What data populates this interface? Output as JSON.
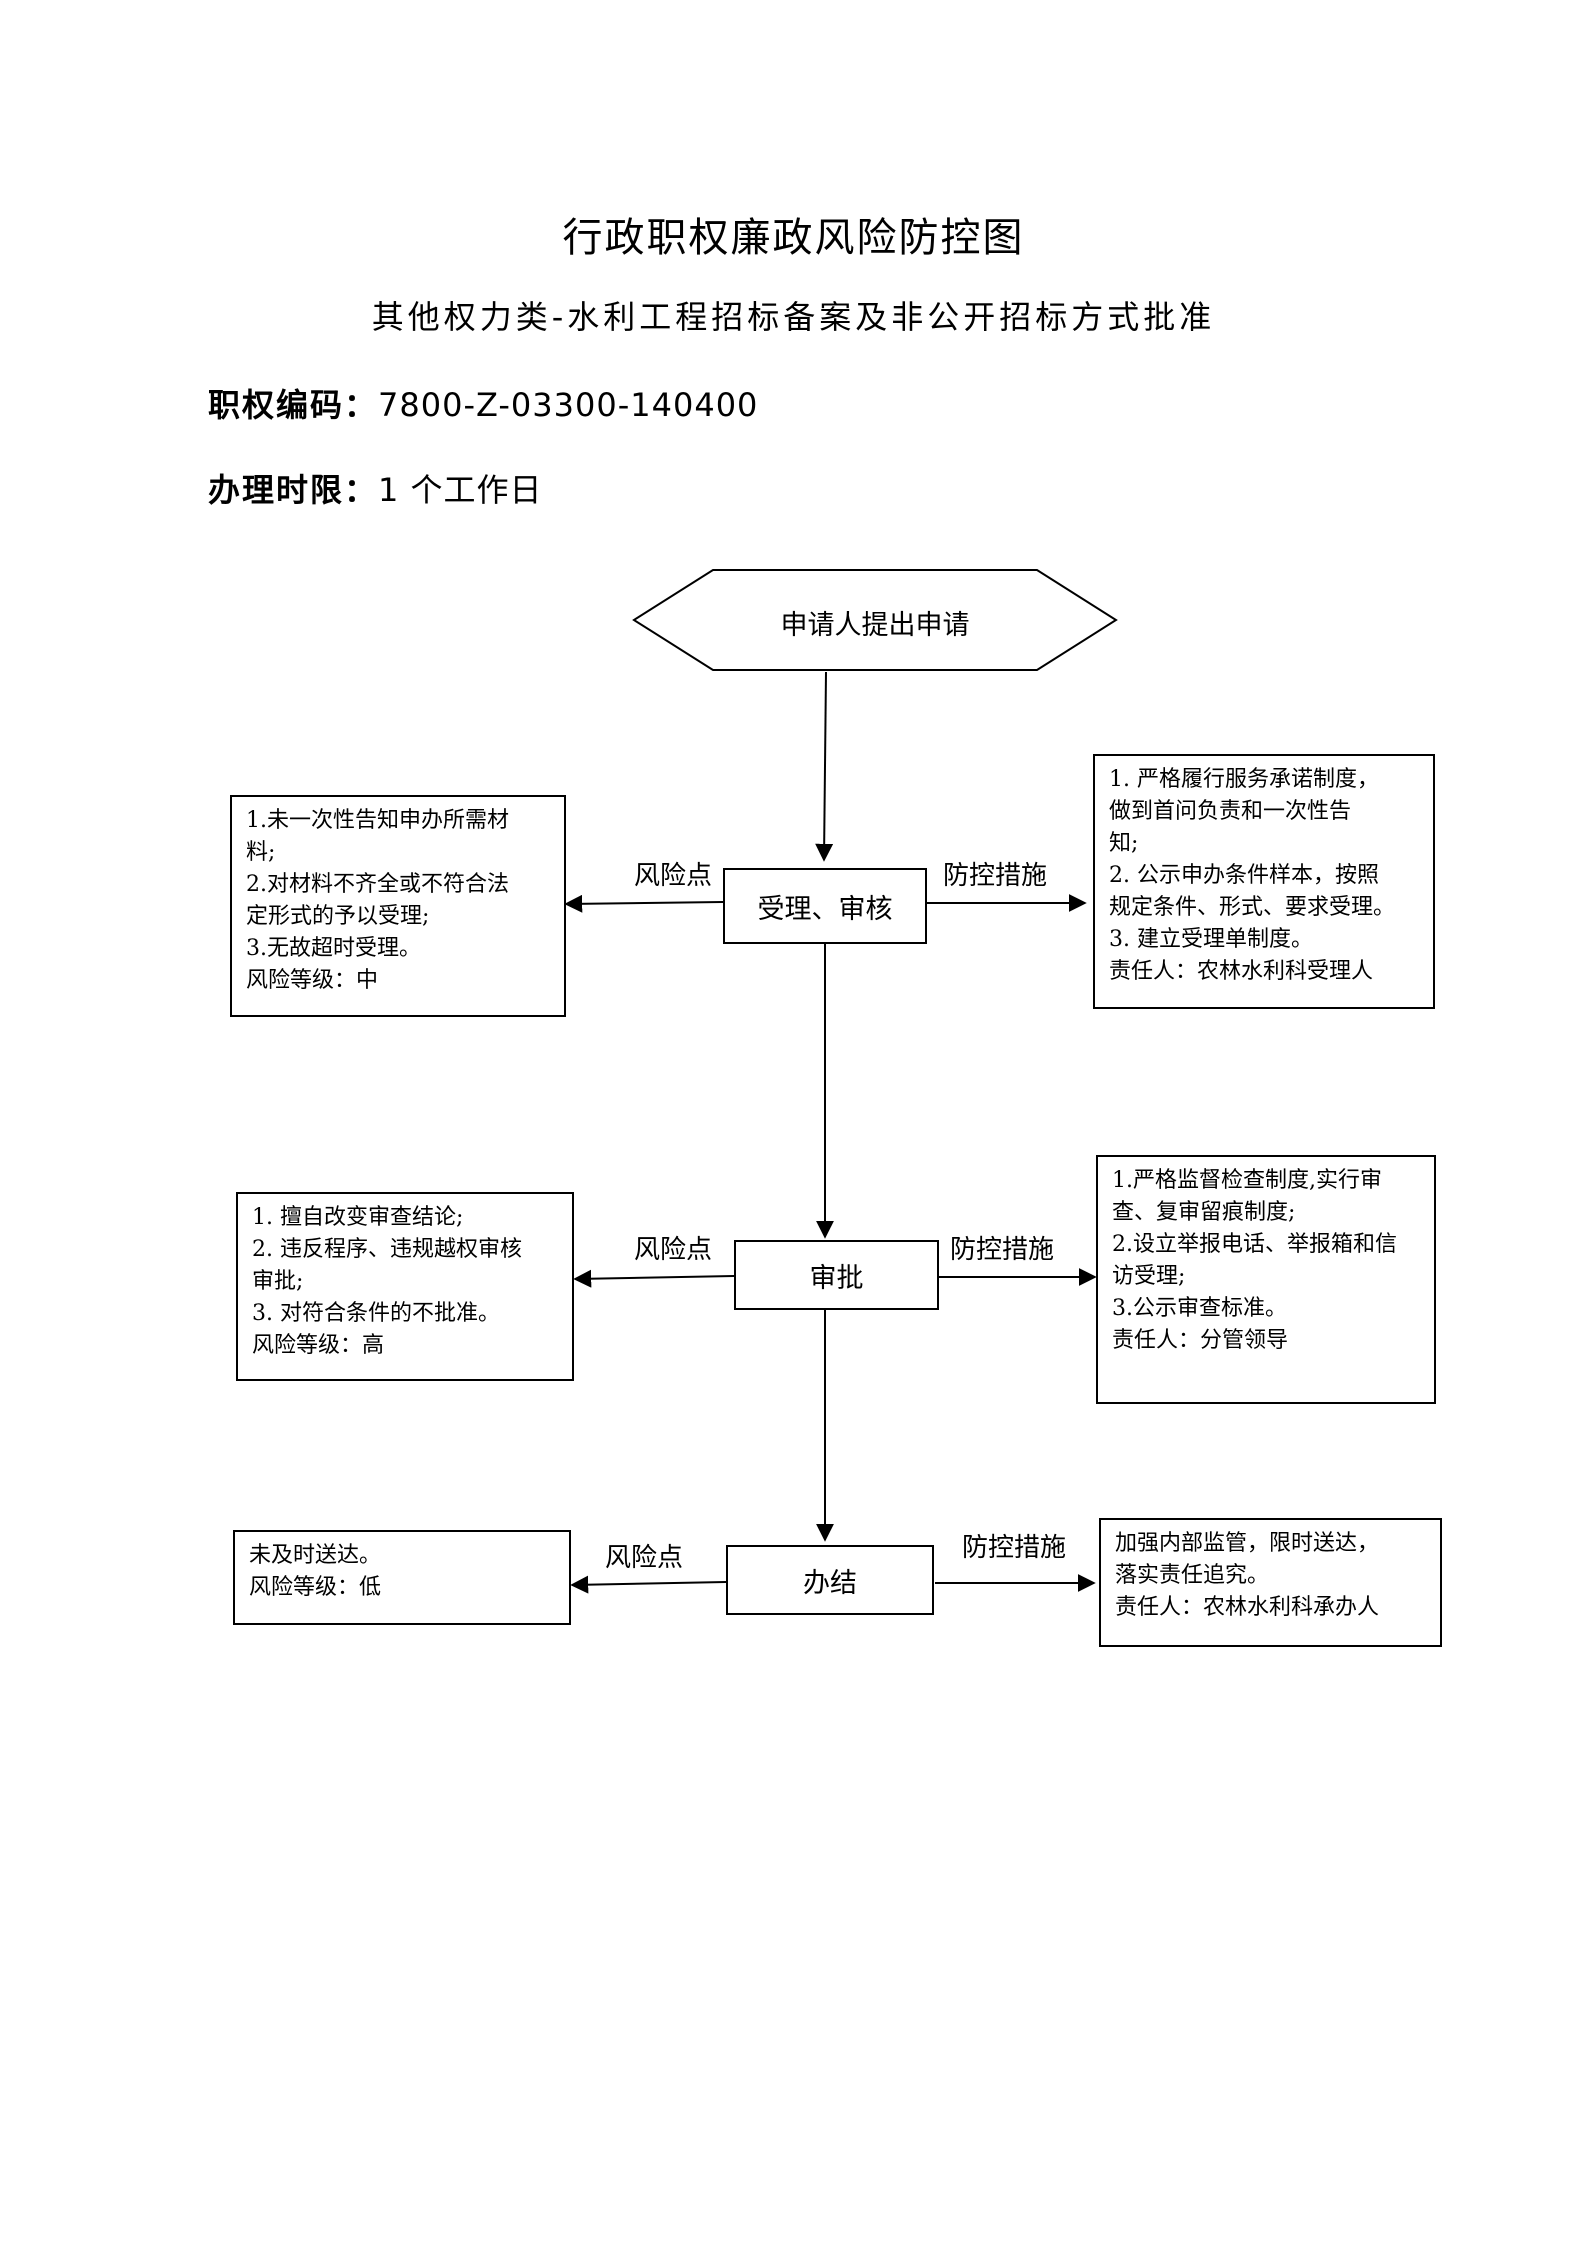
{
  "title": "行政职权廉政风险防控图",
  "subtitle": "其他权力类-水利工程招标备案及非公开招标方式批准",
  "code": {
    "label": "职权编码：",
    "value": "7800-Z-03300-140400"
  },
  "time_limit": {
    "label": "办理时限：",
    "value": "1 个工作日"
  },
  "flow": {
    "start": "申请人提出申请",
    "steps": [
      {
        "name": "受理、审核",
        "risk_label": "风险点",
        "control_label": "防控措施",
        "risk_lines": [
          "1.未一次性告知申办所需材",
          "料;",
          "2.对材料不齐全或不符合法",
          "定形式的予以受理;",
          "3.无故超时受理。",
          "风险等级：中"
        ],
        "control_lines": [
          "1. 严格履行服务承诺制度，",
          "做到首问负责和一次性告",
          "知;",
          "2. 公示申办条件样本，按照",
          "规定条件、形式、要求受理。",
          "3. 建立受理单制度。",
          "责任人：农林水利科受理人"
        ]
      },
      {
        "name": "审批",
        "risk_label": "风险点",
        "control_label": "防控措施",
        "risk_lines": [
          "1. 擅自改变审查结论;",
          "2. 违反程序、违规越权审核",
          "审批;",
          "3. 对符合条件的不批准。",
          "风险等级：高"
        ],
        "control_lines": [
          "1.严格监督检查制度,实行审",
          "查、复审留痕制度;",
          "2.设立举报电话、举报箱和信",
          "访受理;",
          "3.公示审查标准。",
          "责任人：分管领导"
        ]
      },
      {
        "name": "办结",
        "risk_label": "风险点",
        "control_label": "防控措施",
        "risk_lines": [
          "未及时送达。",
          "风险等级：低"
        ],
        "control_lines": [
          "加强内部监管，限时送达，",
          "落实责任追究。",
          "责任人：农林水利科承办人"
        ]
      }
    ]
  }
}
